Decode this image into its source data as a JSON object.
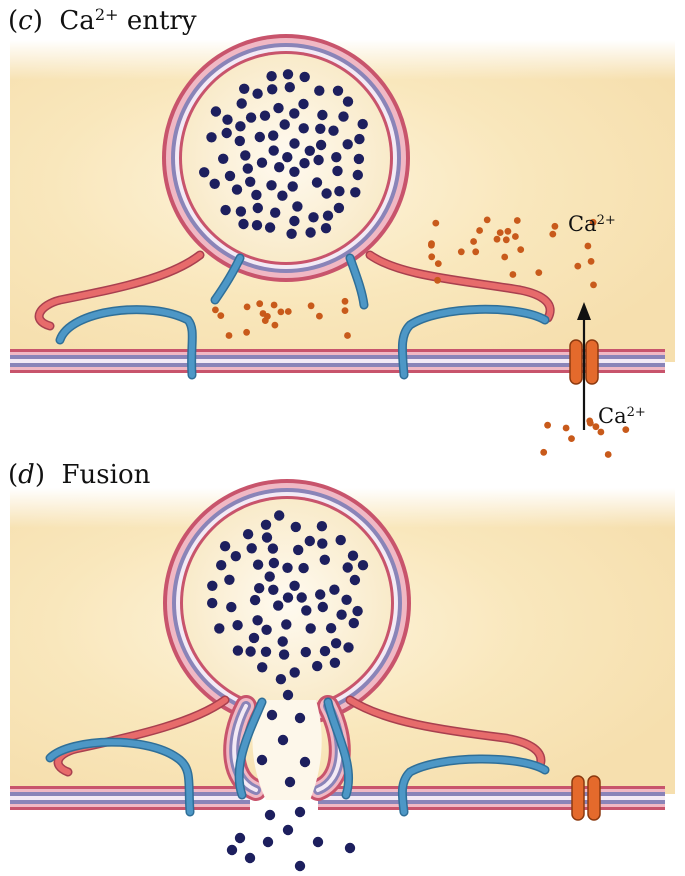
{
  "panels": [
    {
      "letter": "c",
      "title_base": "Ca",
      "title_sup": "2+",
      "title_rest": " entry"
    },
    {
      "letter": "d",
      "title_base": "",
      "title_sup": "",
      "title_rest": "Fusion"
    }
  ],
  "ion_labels": {
    "top": {
      "base": "Ca",
      "sup": "2+"
    },
    "bottom": {
      "base": "Ca",
      "sup": "2+"
    }
  },
  "colors": {
    "background_glow": "#f9e6b8",
    "vesicle_membrane_outer": "#c8546c",
    "vesicle_membrane_inner": "#8a84b8",
    "plasma_membrane": "#c8546c",
    "snare_blue": "#4d97c6",
    "snare_red": "#e76b6b",
    "neurotransmitter": "#1d1f5e",
    "calcium_ion": "#c85a1b",
    "calcium_channel": "#e46a2c"
  },
  "icons": {
    "arrow": "arrow-up-icon",
    "channel": "calcium-channel-icon"
  }
}
